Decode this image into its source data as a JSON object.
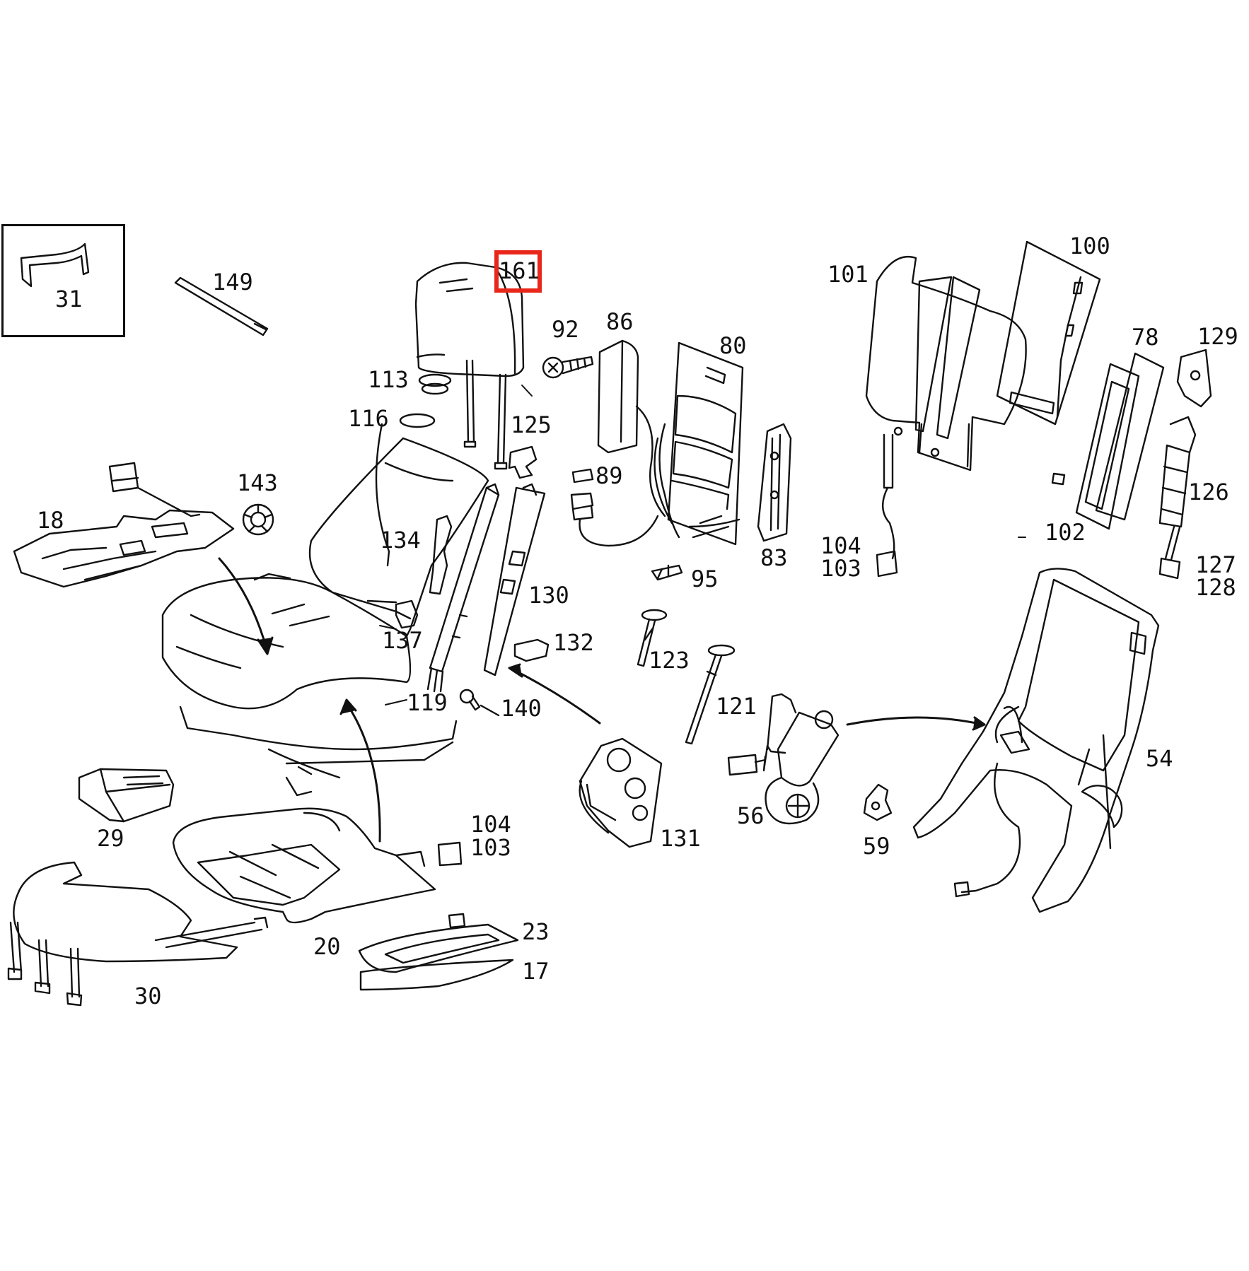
{
  "diagram": {
    "highlight_color": "#e8271a",
    "highlighted_part": "161",
    "parts": [
      {
        "id": "p31",
        "label": "31"
      },
      {
        "id": "p149",
        "label": "149"
      },
      {
        "id": "p161",
        "label": "161"
      },
      {
        "id": "p92",
        "label": "92"
      },
      {
        "id": "p86",
        "label": "86"
      },
      {
        "id": "p80",
        "label": "80"
      },
      {
        "id": "p101",
        "label": "101"
      },
      {
        "id": "p100",
        "label": "100"
      },
      {
        "id": "p78",
        "label": "78"
      },
      {
        "id": "p129",
        "label": "129"
      },
      {
        "id": "p113",
        "label": "113"
      },
      {
        "id": "p116",
        "label": "116"
      },
      {
        "id": "p125",
        "label": "125"
      },
      {
        "id": "p89",
        "label": "89"
      },
      {
        "id": "p143",
        "label": "143"
      },
      {
        "id": "p18",
        "label": "18"
      },
      {
        "id": "p134",
        "label": "134"
      },
      {
        "id": "p126",
        "label": "126"
      },
      {
        "id": "p102",
        "label": "102"
      },
      {
        "id": "p104a",
        "label": "104"
      },
      {
        "id": "p103a",
        "label": "103"
      },
      {
        "id": "p83",
        "label": "83"
      },
      {
        "id": "p95",
        "label": "95"
      },
      {
        "id": "p127",
        "label": "127"
      },
      {
        "id": "p128",
        "label": "128"
      },
      {
        "id": "p130",
        "label": "130"
      },
      {
        "id": "p137",
        "label": "137"
      },
      {
        "id": "p132",
        "label": "132"
      },
      {
        "id": "p123",
        "label": "123"
      },
      {
        "id": "p119",
        "label": "119"
      },
      {
        "id": "p140",
        "label": "140"
      },
      {
        "id": "p121",
        "label": "121"
      },
      {
        "id": "p54",
        "label": "54"
      },
      {
        "id": "p29",
        "label": "29"
      },
      {
        "id": "p56",
        "label": "56"
      },
      {
        "id": "p131",
        "label": "131"
      },
      {
        "id": "p59",
        "label": "59"
      },
      {
        "id": "p104b",
        "label": "104"
      },
      {
        "id": "p103b",
        "label": "103"
      },
      {
        "id": "p23",
        "label": "23"
      },
      {
        "id": "p20",
        "label": "20"
      },
      {
        "id": "p17",
        "label": "17"
      },
      {
        "id": "p30",
        "label": "30"
      }
    ]
  }
}
